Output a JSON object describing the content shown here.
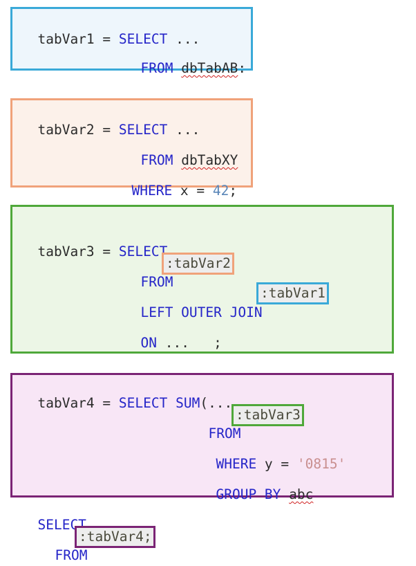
{
  "colors": {
    "block1_border": "#3aa9d8",
    "block1_fill": "#eef6fc",
    "block2_border": "#f0a27a",
    "block2_fill": "#fcf1ea",
    "block3_border": "#4fa83a",
    "block3_fill": "#ecf6e6",
    "block4_border": "#7b2475",
    "block4_fill": "#f8e6f6",
    "keyword": "#2525c8",
    "identifier": "#2b2b2b",
    "number": "#5a86b8",
    "string": "#c98f8f"
  },
  "block1": {
    "assign": "tabVar1 = ",
    "select": "SELECT",
    "dots": " ...",
    "from": "FROM",
    "table": "dbTabAB",
    "colon": ":"
  },
  "block2": {
    "assign": "tabVar2 = ",
    "select": "SELECT",
    "dots": " ...",
    "from": "FROM",
    "table": "dbTabXY",
    "where": "WHERE",
    "cond": " x = ",
    "value": "42",
    "semicolon": ";"
  },
  "block3": {
    "assign": "tabVar3 = ",
    "select": "SELECT",
    "dots": " ...",
    "from": "FROM",
    "ref1": ":tabVar2",
    "join": "LEFT OUTER JOIN",
    "ref2": ":tabVar1",
    "on": "ON",
    "on_rest": " ...   ;"
  },
  "block4": {
    "assign": "tabVar4 = ",
    "select": "SELECT",
    "sum": "SUM",
    "sum_rest": "(....",
    "from": "FROM",
    "ref": ":tabVar3",
    "where": "WHERE",
    "cond": " y = ",
    "value": "'0815'",
    "group": "GROUP BY",
    "group_col": "abc"
  },
  "final": {
    "select": "SELECT",
    "dots": " ...",
    "from": "FROM",
    "ref": ":tabVar4;"
  }
}
